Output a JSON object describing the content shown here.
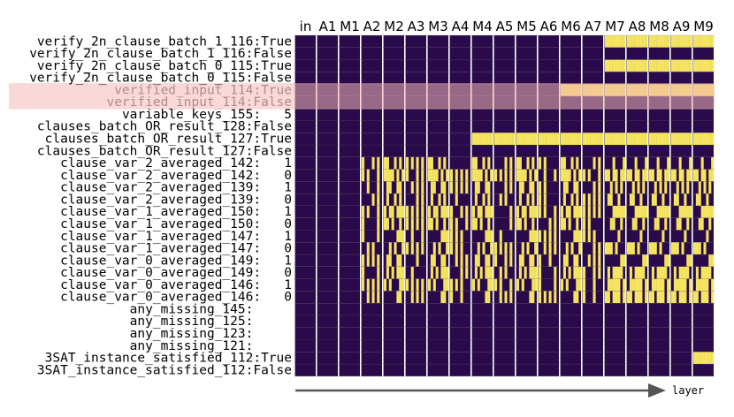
{
  "chart_data": {
    "type": "heatmap",
    "columns": [
      "in",
      "A1",
      "M1",
      "A2",
      "M2",
      "A3",
      "M3",
      "A4",
      "M4",
      "A5",
      "M5",
      "A6",
      "M6",
      "A7",
      "M7",
      "A8",
      "M8",
      "A9",
      "M9"
    ],
    "rows": [
      "verify_2n_clause_batch_1_116:True",
      "verify_2n_clause_batch_1_116:False",
      "verify_2n_clause_batch_0_115:True",
      "verify_2n_clause_batch_0_115:False",
      "verified_input_114:True",
      "verified_input_114:False",
      "variable_keys_155:   5",
      "clauses_batch_OR_result_128:False",
      "clauses_batch_OR_result_127:True",
      "clauses_batch_OR_result_127:False",
      "clause_var_2_averaged_142:   1",
      "clause_var_2_averaged_142:   0",
      "clause_var_2_averaged_139:   1",
      "clause_var_2_averaged_139:   0",
      "clause_var_1_averaged_150:   1",
      "clause_var_1_averaged_150:   0",
      "clause_var_1_averaged_147:   1",
      "clause_var_1_averaged_147:   0",
      "clause_var_0_averaged_149:   1",
      "clause_var_0_averaged_149:   0",
      "clause_var_0_averaged_146:   1",
      "clause_var_0_averaged_146:   0",
      "any_missing_145:     ",
      "any_missing_125:     ",
      "any_missing_123:     ",
      "any_missing_121:     ",
      "3SAT_instance_satisfied_112:True",
      "3SAT_instance_satisfied_112:False"
    ],
    "highlighted_rows": [
      4,
      5
    ],
    "xlabel": "layer",
    "colormap": {
      "low": "#2a0a4a",
      "high": "#f5e460"
    },
    "highlight_color": "#f2b8b8",
    "arrow_color": "#555555"
  }
}
